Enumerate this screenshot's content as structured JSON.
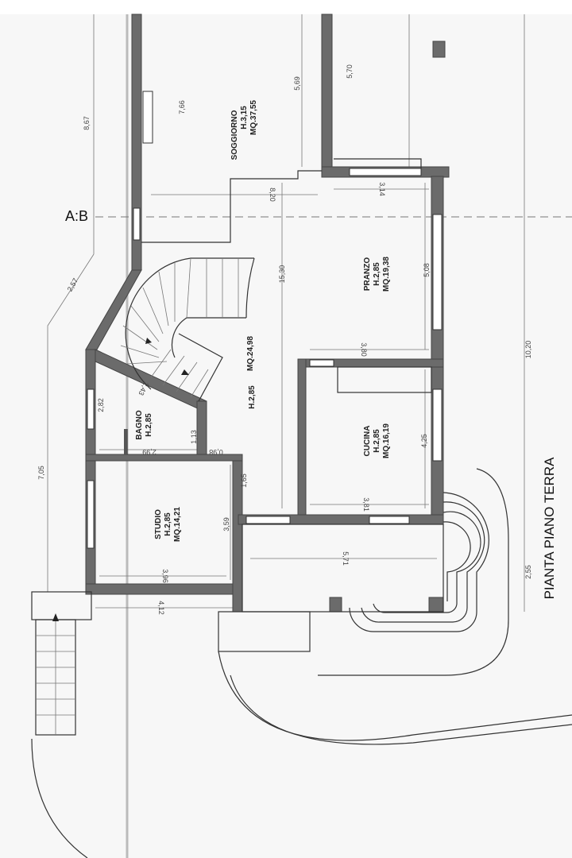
{
  "title": "PIANTA PIANO TERRA",
  "section_marker": "A:B",
  "rooms": [
    {
      "name": "SOGGIORNO",
      "height": "H.3,15",
      "area": "MQ.37,55"
    },
    {
      "name": "PRANZO",
      "height": "H.2,85",
      "area": "MQ.19,38"
    },
    {
      "name": "",
      "height": "H.2,85",
      "area": "MQ.24,98"
    },
    {
      "name": "CUCINA",
      "height": "H.2,85",
      "area": "MQ.16,19"
    },
    {
      "name": "BAGNO",
      "height": "H.2,85",
      "area": ""
    },
    {
      "name": "STUDIO",
      "height": "H.2,85",
      "area": "MQ.14,21"
    }
  ],
  "dimensions": [
    "8,67",
    "7,66",
    "5,69",
    "5,70",
    "8,20",
    "3,14",
    "15,30",
    "5,08",
    "2,57",
    "3,80",
    "10,20",
    "2,43",
    "2,82",
    "1,13",
    "2,99",
    "0,98",
    "1,65",
    "4,25",
    "3,81",
    "7,05",
    "3,59",
    "3,96",
    "5,71",
    "4,12",
    "2,55"
  ],
  "colors": {
    "wall": "#6b6b6b",
    "line": "#333333",
    "paper": "#ffffff"
  }
}
